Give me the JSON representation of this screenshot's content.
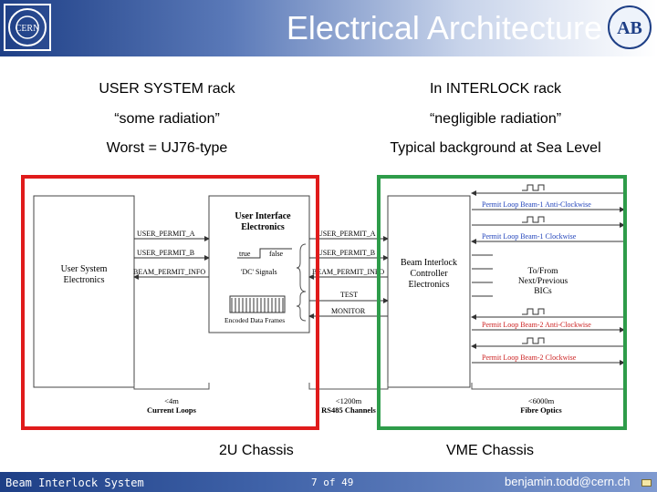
{
  "header": {
    "title": "Electrical Architecture",
    "logo_left": "CERN",
    "logo_right": "AB"
  },
  "columns": {
    "left": {
      "location": "USER SYSTEM rack",
      "radiation": "“some radiation”",
      "worst": "Worst = UJ76-type",
      "chassis": "2U Chassis"
    },
    "right": {
      "location": "In INTERLOCK rack",
      "radiation": "“negligible radiation”",
      "background": "Typical background at Sea Level",
      "chassis": "VME Chassis"
    }
  },
  "diagram": {
    "user_system": "User System\nElectronics",
    "user_interface": "User Interface\nElectronics",
    "signals_left": [
      "USER_PERMIT_A",
      "USER_PERMIT_B",
      "BEAM_PERMIT_INFO"
    ],
    "true_label": "true",
    "false_label": "false",
    "dc_signals": "'DC' Signals",
    "encoded_frames": "Encoded Data Frames",
    "signals_mid": [
      "USER_PERMIT_A",
      "USER_PERMIT_B",
      "BEAM_PERMIT_INFO",
      "TEST",
      "MONITOR"
    ],
    "bic": "Beam Interlock\nController\nElectronics",
    "loops": [
      "Permit Loop Beam-1 Anti-Clockwise",
      "Permit Loop Beam-1 Clockwise",
      "Permit Loop Beam-2 Anti-Clockwise",
      "Permit Loop Beam-2 Clockwise"
    ],
    "to_from": "To/From\nNext/Previous\nBICs",
    "dist_left": "<4m\nCurrent Loops",
    "dist_mid": "<1200m\nRS485 Channels",
    "dist_right": "<6000m\nFibre Optics",
    "colors": {
      "left_frame": "#e01b1b",
      "right_frame": "#2e9c4a",
      "loop_red": "#cc2222",
      "loop_blue": "#2244bb"
    }
  },
  "footer": {
    "left": "Beam Interlock System",
    "page": "7 of 49",
    "email": "benjamin.todd@cern.ch",
    "icon": "mail-icon"
  }
}
